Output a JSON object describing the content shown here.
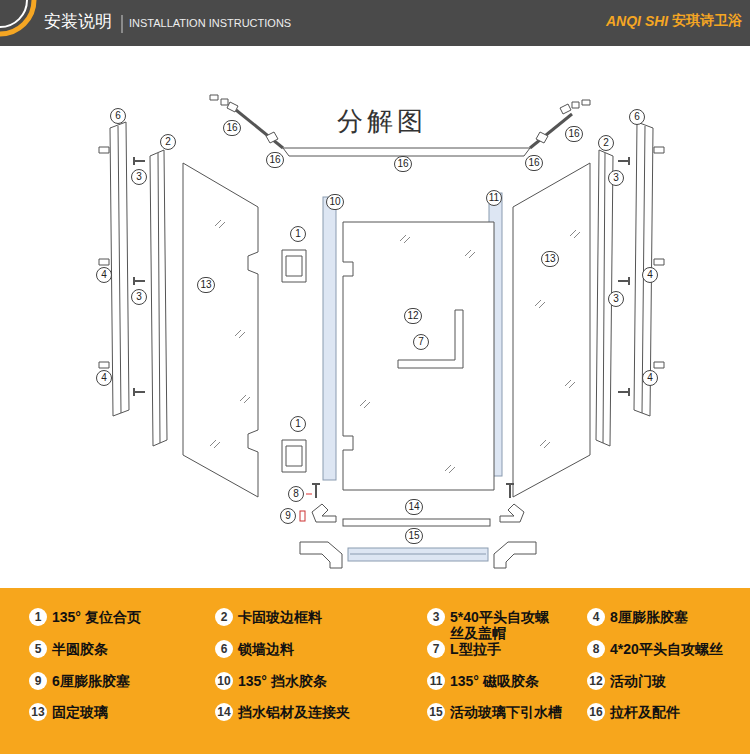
{
  "diagram": {
    "title": "分解图",
    "nodes": [
      {
        "text": [
          "安装说明",
          "INSTALLATION INSTRUCTIONS",
          "ANQI SHI",
          "安琪诗卫浴"
        ]
      }
    ],
    "labels": [
      "1",
      "2",
      "3",
      "4",
      "5",
      "6",
      "7",
      "8",
      "9",
      "10",
      "11",
      "12",
      "13",
      "14",
      "15",
      "16",
      "6",
      "2",
      "3",
      "4",
      "3",
      "4",
      "13",
      "16",
      "16",
      "16",
      "16",
      "16",
      "10",
      "11",
      "1",
      "1",
      "12",
      "7",
      "8",
      "9",
      "14",
      "15",
      "13",
      "6",
      "2",
      "3",
      "4",
      "3",
      "4"
    ],
    "legend": [
      {
        "text": "135° 复位合页"
      },
      {
        "text": "卡固玻边框料"
      },
      {
        "text": "5*40平头自攻螺 丝及盖帽"
      },
      {
        "text": "8厘膨胀胶塞"
      },
      {
        "text": "半圆胶条"
      },
      {
        "text": "锁墙边料"
      },
      {
        "text": "L型拉手"
      },
      {
        "text": "4*20平头自攻螺丝"
      },
      {
        "text": "6厘膨胀胶塞"
      },
      {
        "text": "135° 挡水胶条"
      },
      {
        "text": "135° 磁吸胶条"
      },
      {
        "text": "活动门玻"
      },
      {
        "text": "固定玻璃"
      },
      {
        "text": "挡水铝材及连接夹"
      },
      {
        "text": "活动玻璃下引水槽"
      },
      {
        "text": "拉杆及配件"
      }
    ]
  }
}
